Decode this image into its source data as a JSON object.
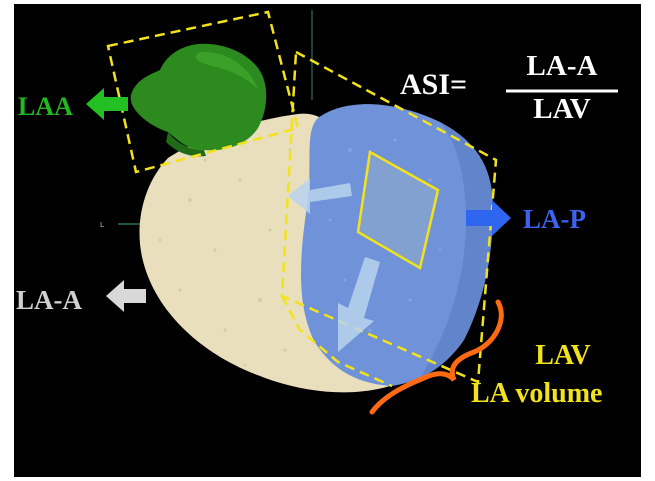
{
  "labels": {
    "laa": "LAA",
    "la_p": "LA-P",
    "la_a": "LA-A",
    "asi_prefix": "ASI=",
    "asi_numerator": "LA-A",
    "asi_denominator": "LAV",
    "lav": "LAV",
    "lav_full": "LA volume"
  },
  "colors": {
    "background": "#000000",
    "la_anterior": "#e9dfbd",
    "la_posterior": "#6f92d8",
    "laa": "#2c8a1e",
    "outline": "#f2e21c",
    "bracket": "#ff6a12",
    "laa_arrow": "#22c022",
    "lap_arrow": "#2e66f0",
    "laa_ant_arrow": "#d8d8d8",
    "inner_arrow": "#b9d3ee"
  },
  "icons": [
    "arrow-left-icon",
    "arrow-right-icon",
    "curly-brace-icon"
  ]
}
